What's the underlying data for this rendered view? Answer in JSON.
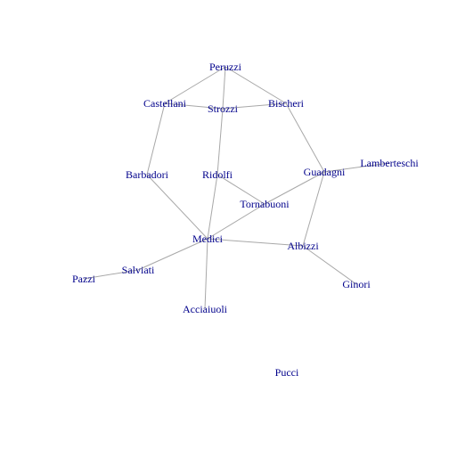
{
  "graph": {
    "text_color": "#00008b",
    "edge_color": "#a8a8a8",
    "nodes": [
      {
        "id": "Acciaiuoli",
        "label": "Acciaiuoli"
      },
      {
        "id": "Albizzi",
        "label": "Albizzi"
      },
      {
        "id": "Barbadori",
        "label": "Barbadori"
      },
      {
        "id": "Bischeri",
        "label": "Bischeri"
      },
      {
        "id": "Castellani",
        "label": "Castellani"
      },
      {
        "id": "Ginori",
        "label": "Ginori"
      },
      {
        "id": "Guadagni",
        "label": "Guadagni"
      },
      {
        "id": "Lamberteschi",
        "label": "Lamberteschi"
      },
      {
        "id": "Medici",
        "label": "Medici"
      },
      {
        "id": "Pazzi",
        "label": "Pazzi"
      },
      {
        "id": "Peruzzi",
        "label": "Peruzzi"
      },
      {
        "id": "Pucci",
        "label": "Pucci"
      },
      {
        "id": "Ridolfi",
        "label": "Ridolfi"
      },
      {
        "id": "Salviati",
        "label": "Salviati"
      },
      {
        "id": "Strozzi",
        "label": "Strozzi"
      },
      {
        "id": "Tornabuoni",
        "label": "Tornabuoni"
      }
    ],
    "edges": [
      [
        "Peruzzi",
        "Castellani"
      ],
      [
        "Peruzzi",
        "Bischeri"
      ],
      [
        "Peruzzi",
        "Strozzi"
      ],
      [
        "Castellani",
        "Strozzi"
      ],
      [
        "Castellani",
        "Barbadori"
      ],
      [
        "Strozzi",
        "Bischeri"
      ],
      [
        "Strozzi",
        "Ridolfi"
      ],
      [
        "Bischeri",
        "Guadagni"
      ],
      [
        "Barbadori",
        "Medici"
      ],
      [
        "Ridolfi",
        "Medici"
      ],
      [
        "Ridolfi",
        "Tornabuoni"
      ],
      [
        "Tornabuoni",
        "Guadagni"
      ],
      [
        "Tornabuoni",
        "Medici"
      ],
      [
        "Guadagni",
        "Lamberteschi"
      ],
      [
        "Guadagni",
        "Albizzi"
      ],
      [
        "Medici",
        "Albizzi"
      ],
      [
        "Medici",
        "Salviati"
      ],
      [
        "Medici",
        "Acciaiuoli"
      ],
      [
        "Albizzi",
        "Ginori"
      ],
      [
        "Salviati",
        "Pazzi"
      ]
    ]
  }
}
